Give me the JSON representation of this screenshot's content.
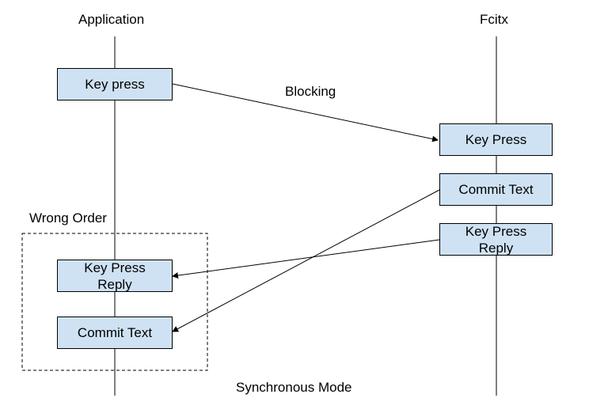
{
  "lifelines": {
    "application": "Application",
    "fcitx": "Fcitx"
  },
  "messages": {
    "blocking": "Blocking"
  },
  "group": {
    "title": "Wrong Order"
  },
  "application_boxes": [
    {
      "label": "Key press"
    },
    {
      "label": "Key Press\nReply"
    },
    {
      "label": "Commit Text"
    }
  ],
  "fcitx_boxes": [
    {
      "label": "Key Press"
    },
    {
      "label": "Commit Text"
    },
    {
      "label": "Key Press\nReply"
    }
  ],
  "footer": {
    "caption": "Synchronous Mode"
  },
  "colors": {
    "box_fill": "#cfe2f3",
    "line": "#000000"
  }
}
